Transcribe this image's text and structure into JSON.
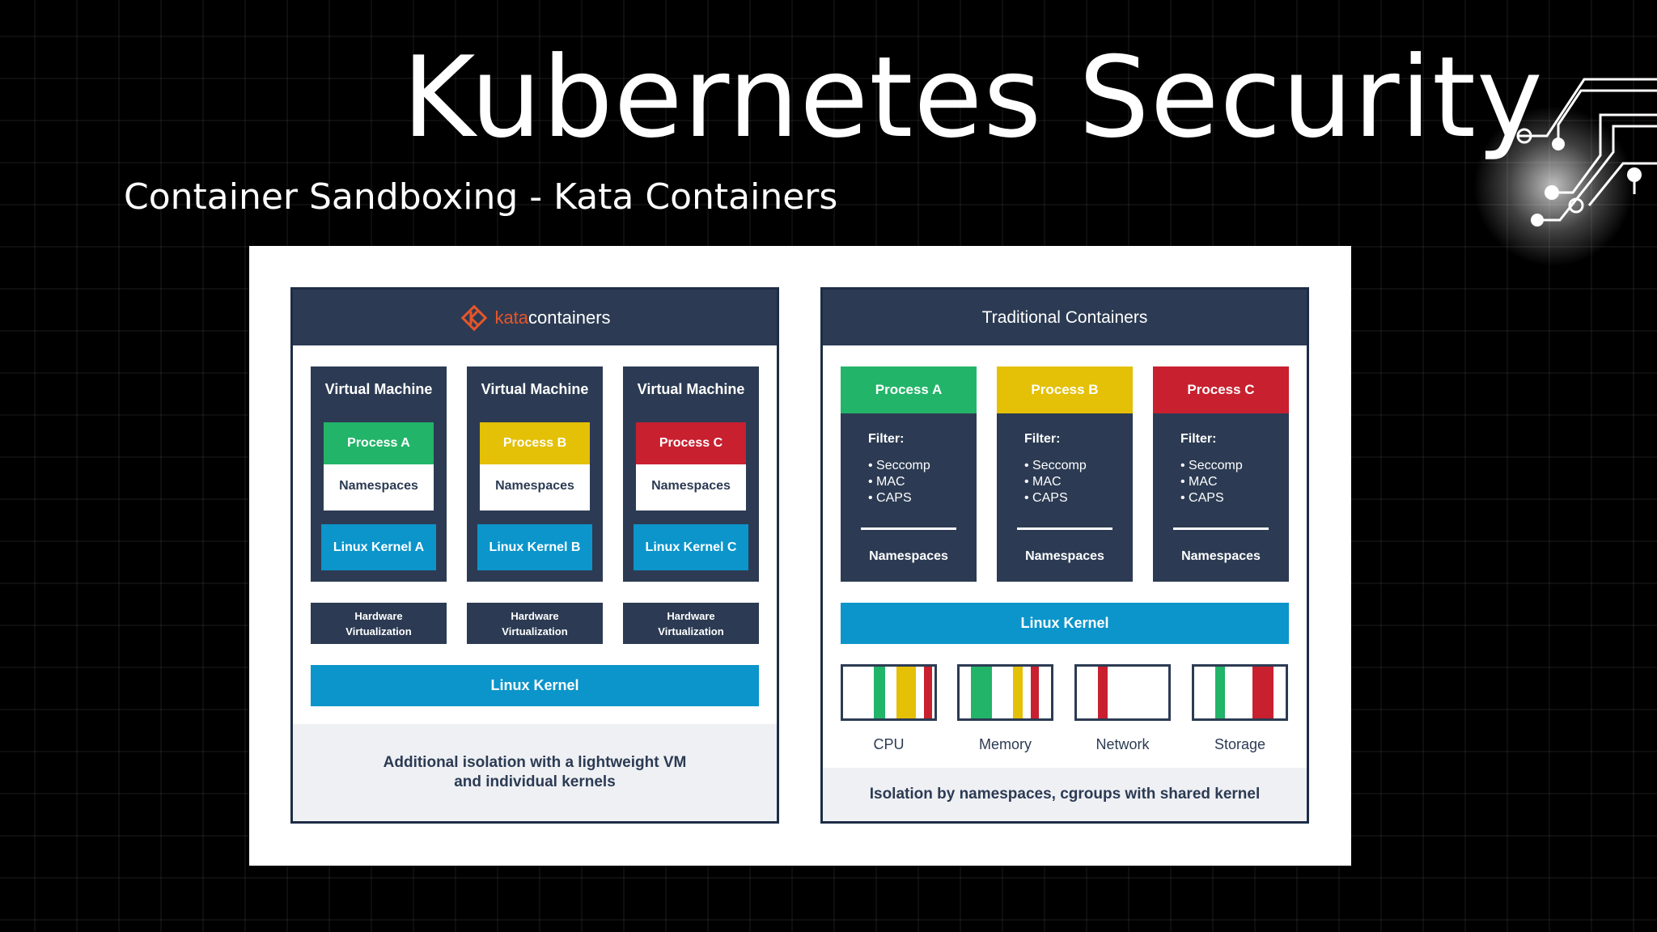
{
  "slide": {
    "title": "Kubernetes Security",
    "subtitle": "Container Sandboxing - Kata Containers"
  },
  "kata": {
    "logo_prefix": "kata",
    "logo_suffix": "containers",
    "vms": [
      {
        "title": "Virtual Machine",
        "process": "Process A",
        "namespaces": "Namespaces",
        "kernel": "Linux Kernel A",
        "color": "#22b469"
      },
      {
        "title": "Virtual Machine",
        "process": "Process B",
        "namespaces": "Namespaces",
        "kernel": "Linux Kernel B",
        "color": "#e4c007"
      },
      {
        "title": "Virtual Machine",
        "process": "Process C",
        "namespaces": "Namespaces",
        "kernel": "Linux Kernel C",
        "color": "#c8202f"
      }
    ],
    "hw_line1": "Hardware",
    "hw_line2": "Virtualization",
    "kernel": "Linux Kernel",
    "footer_line1": "Additional isolation with a lightweight VM",
    "footer_line2": "and individual kernels"
  },
  "traditional": {
    "title": "Traditional Containers",
    "processes": [
      {
        "name": "Process A",
        "filter": "Filter:",
        "items": [
          "Seccomp",
          "MAC",
          "CAPS"
        ],
        "namespaces": "Namespaces",
        "color": "#22b469"
      },
      {
        "name": "Process B",
        "filter": "Filter:",
        "items": [
          "Seccomp",
          "MAC",
          "CAPS"
        ],
        "namespaces": "Namespaces",
        "color": "#e4c007"
      },
      {
        "name": "Process C",
        "filter": "Filter:",
        "items": [
          "Seccomp",
          "MAC",
          "CAPS"
        ],
        "namespaces": "Namespaces",
        "color": "#c8202f"
      }
    ],
    "kernel": "Linux Kernel",
    "resources": [
      "CPU",
      "Memory",
      "Network",
      "Storage"
    ],
    "footer": "Isolation by namespaces, cgroups with shared kernel"
  },
  "colors": {
    "navy": "#2c3b53",
    "blue": "#0b95cb",
    "green": "#22b469",
    "yellow": "#e4c007",
    "red": "#c8202f",
    "kata_orange": "#e8552a"
  }
}
